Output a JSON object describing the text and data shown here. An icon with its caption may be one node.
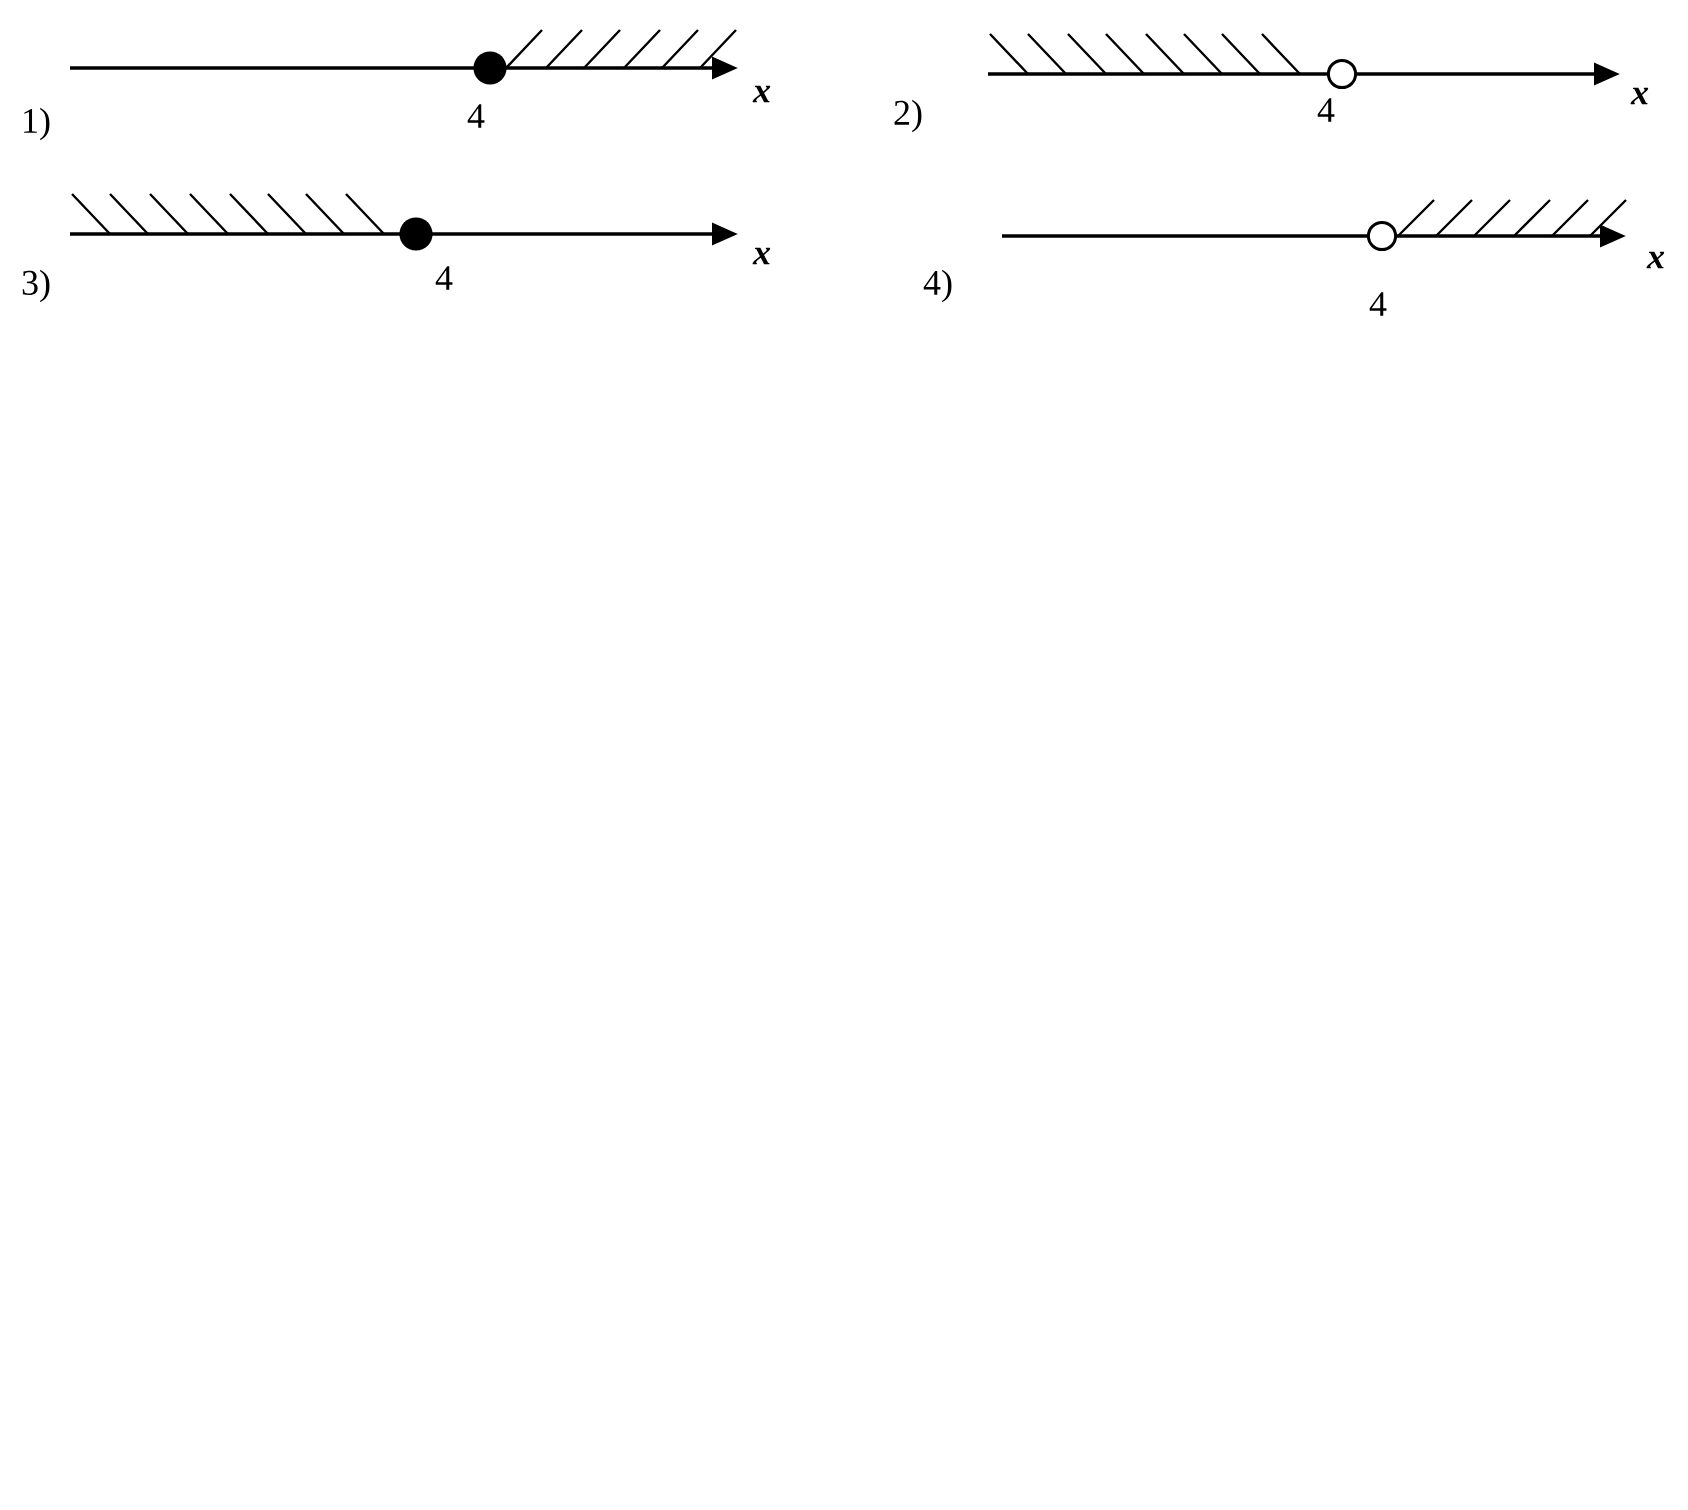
{
  "diagram": {
    "labels": [
      "1)",
      "4",
      "x",
      "2)",
      "4",
      "x",
      "3)",
      "4",
      "x",
      "4)",
      "4",
      "x"
    ]
  }
}
